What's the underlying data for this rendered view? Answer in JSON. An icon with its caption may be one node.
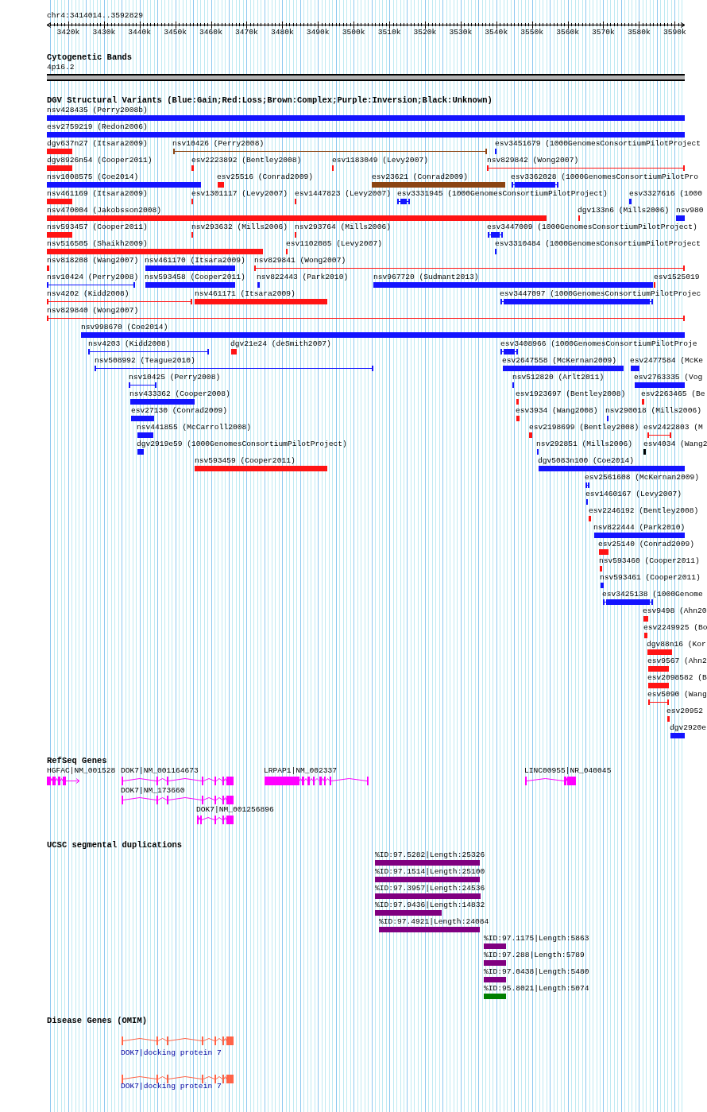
{
  "diagram": {
    "nodes": [
      {
        "text": [],
        "shape": "bar",
        "beside": [
          "4p16.2"
        ]
      },
      {
        "text": [],
        "shape": "bar",
        "beside": [
          "nsv428435 (Perry2008b)"
        ]
      },
      {
        "text": [],
        "shape": "bar",
        "beside": [
          "esv2759219 (Redon2006)"
        ]
      },
      {
        "text": [],
        "shape": "bar",
        "beside": [
          "dgv637n27 (Itsara2009)"
        ]
      },
      {
        "text": [],
        "shape": "bar",
        "beside": [
          "nsv10426 (Perry2008)"
        ]
      },
      {
        "text": [],
        "shape": "bar",
        "beside": [
          "esv3451679 (1000GenomesConsortiumPilotProject"
        ]
      },
      {
        "text": [],
        "shape": "bar",
        "beside": [
          "dgv8926n54 (Cooper2011)"
        ]
      },
      {
        "text": [],
        "shape": "bar",
        "beside": [
          "esv2223892 (Bentley2008)"
        ]
      },
      {
        "text": [],
        "shape": "bar",
        "beside": [
          "esv1183049 (Levy2007)"
        ]
      },
      {
        "text": [],
        "shape": "bar",
        "beside": [
          "nsv829842 (Wong2007)"
        ]
      },
      {
        "text": [],
        "shape": "bar",
        "beside": [
          "nsv1008575 (Coe2014)"
        ]
      },
      {
        "text": [],
        "shape": "bar",
        "beside": [
          "esv25516 (Conrad2009)"
        ]
      },
      {
        "text": [],
        "shape": "bar",
        "beside": [
          "esv23621 (Conrad2009)"
        ]
      },
      {
        "text": [],
        "shape": "bar",
        "beside": [
          "esv3362028 (1000GenomesConsortiumPilotPro"
        ]
      },
      {
        "text": [],
        "shape": "bar",
        "beside": [
          "nsv461169 (Itsara2009)"
        ]
      },
      {
        "text": [],
        "shape": "bar",
        "beside": [
          "esv1301117 (Levy2007)"
        ]
      },
      {
        "text": [],
        "shape": "bar",
        "beside": [
          "esv1447823 (Levy2007)"
        ]
      },
      {
        "text": [],
        "shape": "bar",
        "beside": [
          "esv3331945 (1000GenomesConsortiumPilotProject)"
        ]
      },
      {
        "text": [],
        "shape": "bar",
        "beside": [
          "esv3327616 (1000"
        ]
      },
      {
        "text": [],
        "shape": "bar",
        "beside": [
          "nsv470004 (Jakobsson2008)"
        ]
      },
      {
        "text": [],
        "shape": "bar",
        "beside": [
          "dgv133n6 (Mills2006)"
        ]
      },
      {
        "text": [],
        "shape": "bar",
        "beside": [
          "nsv980"
        ]
      },
      {
        "text": [],
        "shape": "bar",
        "beside": [
          "nsv593457 (Cooper2011)"
        ]
      },
      {
        "text": [],
        "shape": "bar",
        "beside": [
          "nsv293632 (Mills2006)"
        ]
      },
      {
        "text": [],
        "shape": "bar",
        "beside": [
          "nsv293764 (Mills2006)"
        ]
      },
      {
        "text": [],
        "shape": "bar",
        "beside": [
          "esv3447009 (1000GenomesConsortiumPilotProject)"
        ]
      },
      {
        "text": [],
        "shape": "bar",
        "beside": [
          "nsv516505 (Shaikh2009)"
        ]
      },
      {
        "text": [],
        "shape": "bar",
        "beside": [
          "esv1102085 (Levy2007)"
        ]
      },
      {
        "text": [],
        "shape": "bar",
        "beside": [
          "esv3310484 (1000GenomesConsortiumPilotProject"
        ]
      },
      {
        "text": [],
        "shape": "bar",
        "beside": [
          "nsv818208 (Wang2007)"
        ]
      },
      {
        "text": [],
        "shape": "bar",
        "beside": [
          "nsv461170 (Itsara2009)"
        ]
      },
      {
        "text": [],
        "shape": "bar",
        "beside": [
          "nsv829841 (Wong2007)"
        ]
      },
      {
        "text": [],
        "shape": "bar",
        "beside": [
          "nsv10424 (Perry2008)"
        ]
      },
      {
        "text": [],
        "shape": "bar",
        "beside": [
          "nsv593458 (Cooper2011)"
        ]
      },
      {
        "text": [],
        "shape": "bar",
        "beside": [
          "nsv822443 (Park2010)"
        ]
      },
      {
        "text": [],
        "shape": "bar",
        "beside": [
          "nsv967720 (Sudmant2013)"
        ]
      },
      {
        "text": [],
        "shape": "bar",
        "beside": [
          "esv1525019"
        ]
      },
      {
        "text": [],
        "shape": "bar",
        "beside": [
          "nsv4202 (Kidd2008)"
        ]
      },
      {
        "text": [],
        "shape": "bar",
        "beside": [
          "nsv461171 (Itsara2009)"
        ]
      },
      {
        "text": [],
        "shape": "bar",
        "beside": [
          "esv3447097 (1000GenomesConsortiumPilotProjec"
        ]
      },
      {
        "text": [],
        "shape": "bar",
        "beside": [
          "nsv829840 (Wong2007)"
        ]
      },
      {
        "text": [],
        "shape": "bar",
        "beside": [
          "nsv998670 (Coe2014)"
        ]
      },
      {
        "text": [],
        "shape": "bar",
        "beside": [
          "nsv4203 (Kidd2008)"
        ]
      },
      {
        "text": [],
        "shape": "bar",
        "beside": [
          "dgv21e24 (deSmith2007)"
        ]
      },
      {
        "text": [],
        "shape": "bar",
        "beside": [
          "esv3408966 (1000GenomesConsortiumPilotProje"
        ]
      },
      {
        "text": [],
        "shape": "bar",
        "beside": [
          "nsv508992 (Teague2010)"
        ]
      },
      {
        "text": [],
        "shape": "bar",
        "beside": [
          "esv2647558 (McKernan2009)"
        ]
      },
      {
        "text": [],
        "shape": "bar",
        "beside": [
          "esv2477584 (McKe"
        ]
      },
      {
        "text": [],
        "shape": "bar",
        "beside": [
          "nsv10425 (Perry2008)"
        ]
      },
      {
        "text": [],
        "shape": "bar",
        "beside": [
          "nsv512820 (Arlt2011)"
        ]
      },
      {
        "text": [],
        "shape": "bar",
        "beside": [
          "esv2763335 (Vog"
        ]
      },
      {
        "text": [],
        "shape": "bar",
        "beside": [
          "nsv433362 (Cooper2008)"
        ]
      },
      {
        "text": [],
        "shape": "bar",
        "beside": [
          "esv1923697 (Bentley2008)"
        ]
      },
      {
        "text": [],
        "shape": "bar",
        "beside": [
          "esv2263465 (Be"
        ]
      },
      {
        "text": [],
        "shape": "bar",
        "beside": [
          "esv27130 (Conrad2009)"
        ]
      },
      {
        "text": [],
        "shape": "bar",
        "beside": [
          "esv3934 (Wang2008)"
        ]
      },
      {
        "text": [],
        "shape": "bar",
        "beside": [
          "nsv290018 (Mills2006)"
        ]
      },
      {
        "text": [],
        "shape": "bar",
        "beside": [
          "nsv441855 (McCarroll2008)"
        ]
      },
      {
        "text": [],
        "shape": "bar",
        "beside": [
          "esv2198699 (Bentley2008)"
        ]
      },
      {
        "text": [],
        "shape": "bar",
        "beside": [
          "esv2422803 (M"
        ]
      },
      {
        "text": [],
        "shape": "bar",
        "beside": [
          "dgv2919e59 (1000GenomesConsortiumPilotProject)"
        ]
      },
      {
        "text": [],
        "shape": "bar",
        "beside": [
          "nsv292851 (Mills2006)"
        ]
      },
      {
        "text": [],
        "shape": "bar",
        "beside": [
          "esv4034 (Wang2"
        ]
      },
      {
        "text": [],
        "shape": "bar",
        "beside": [
          "nsv593459 (Cooper2011)"
        ]
      },
      {
        "text": [],
        "shape": "bar",
        "beside": [
          "dgv5083n100 (Coe2014)"
        ]
      },
      {
        "text": [],
        "shape": "bar",
        "beside": [
          "esv2561608 (McKernan2009)"
        ]
      },
      {
        "text": [],
        "shape": "bar",
        "beside": [
          "esv1460167 (Levy2007)"
        ]
      },
      {
        "text": [],
        "shape": "bar",
        "beside": [
          "esv2246192 (Bentley2008)"
        ]
      },
      {
        "text": [],
        "shape": "bar",
        "beside": [
          "nsv822444 (Park2010)"
        ]
      },
      {
        "text": [],
        "shape": "bar",
        "beside": [
          "esv25140 (Conrad2009)"
        ]
      },
      {
        "text": [],
        "shape": "bar",
        "beside": [
          "nsv593460 (Cooper2011)"
        ]
      },
      {
        "text": [],
        "shape": "bar",
        "beside": [
          "nsv593461 (Cooper2011)"
        ]
      },
      {
        "text": [],
        "shape": "bar",
        "beside": [
          "esv3425138 (1000Genome"
        ]
      },
      {
        "text": [],
        "shape": "bar",
        "beside": [
          "esv9498 (Ahn20"
        ]
      },
      {
        "text": [],
        "shape": "bar",
        "beside": [
          "esv2249925 (Bo"
        ]
      },
      {
        "text": [],
        "shape": "bar",
        "beside": [
          "dgv88n16 (Kor"
        ]
      },
      {
        "text": [],
        "shape": "bar",
        "beside": [
          "esv9567 (Ahn2"
        ]
      },
      {
        "text": [],
        "shape": "bar",
        "beside": [
          "esv2098582 (B"
        ]
      },
      {
        "text": [],
        "shape": "bar",
        "beside": [
          "esv5090 (Wang"
        ]
      },
      {
        "text": [],
        "shape": "bar",
        "beside": [
          "esv20952"
        ]
      },
      {
        "text": [],
        "shape": "bar",
        "beside": [
          "dgv2920e"
        ]
      },
      {
        "text": [],
        "shape": "bar",
        "beside": [
          "HGFAC|NM_001528"
        ]
      },
      {
        "text": [],
        "shape": "bar",
        "beside": [
          "DOK7|NM_001164673"
        ]
      },
      {
        "text": [],
        "shape": "bar",
        "beside": [
          "LRPAP1|NM_002337"
        ]
      },
      {
        "text": [],
        "shape": "bar",
        "beside": [
          "LINC00955|NR_040045"
        ]
      },
      {
        "text": [],
        "shape": "bar",
        "beside": [
          "DOK7|NM_173660"
        ]
      },
      {
        "text": [],
        "shape": "bar",
        "beside": [
          "DOK7|NM_001256896"
        ]
      },
      {
        "text": [],
        "shape": "bar",
        "beside": [
          "%ID:97.5282|Length:25326"
        ]
      },
      {
        "text": [],
        "shape": "bar",
        "beside": [
          "%ID:97.1514|Length:25100"
        ]
      },
      {
        "text": [],
        "shape": "bar",
        "beside": [
          "%ID:97.3957|Length:24536"
        ]
      },
      {
        "text": [],
        "shape": "bar",
        "beside": [
          "%ID:97.9436|Length:14832"
        ]
      },
      {
        "text": [],
        "shape": "bar",
        "beside": [
          "%ID:97.4921|Length:24084"
        ]
      },
      {
        "text": [],
        "shape": "bar",
        "beside": [
          "%ID:97.1175|Length:5863"
        ]
      },
      {
        "text": [],
        "shape": "bar",
        "beside": [
          "%ID:97.288|Length:5789"
        ]
      },
      {
        "text": [],
        "shape": "bar",
        "beside": [
          "%ID:97.0438|Length:5480"
        ]
      },
      {
        "text": [],
        "shape": "bar",
        "beside": [
          "%ID:95.8021|Length:5074"
        ]
      },
      {
        "text": [],
        "shape": "bar",
        "beside": [
          "DOK7|docking protein 7"
        ]
      },
      {
        "text": [],
        "shape": "bar",
        "beside": [
          "DOK7|docking protein 7"
        ]
      }
    ],
    "labels": [
      "chr4:3414014..3592829",
      "3420k",
      "3430k",
      "3440k",
      "3450k",
      "3460k",
      "3470k",
      "3480k",
      "3490k",
      "3500k",
      "3510k",
      "3520k",
      "3530k",
      "3540k",
      "3550k",
      "3560k",
      "3570k",
      "3580k",
      "3590k",
      "Cytogenetic Bands",
      "DGV Structural Variants (Blue:Gain;Red:Loss;Brown:Complex;Purple:Inversion;Black:Unknown)",
      "RefSeq Genes",
      "UCSC segmental duplications",
      "Disease Genes (OMIM)"
    ]
  }
}
